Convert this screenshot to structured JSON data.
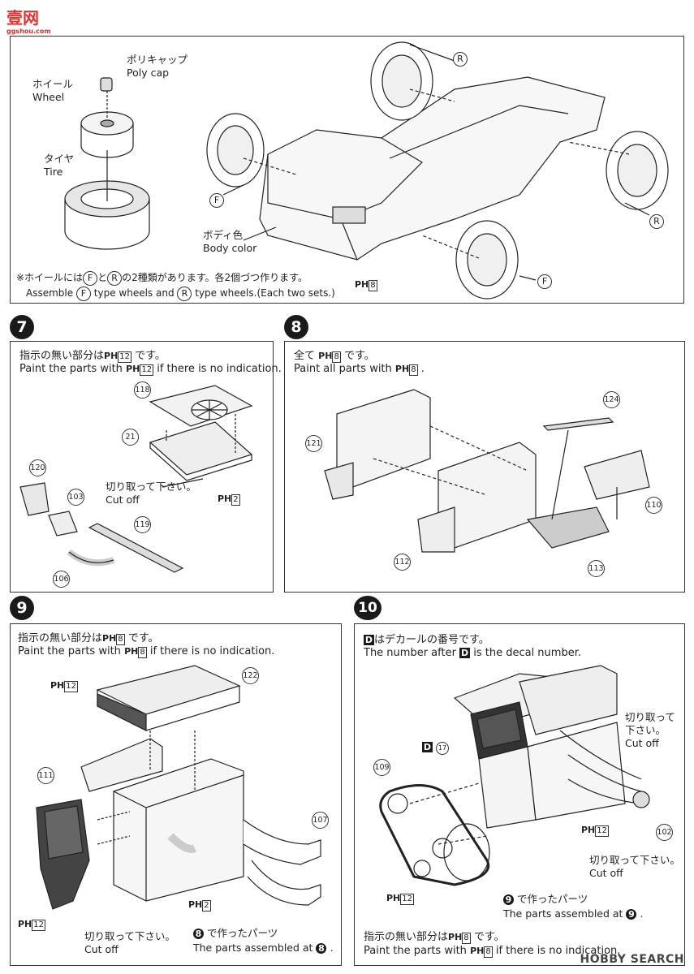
{
  "watermark_top": {
    "text": "壹网",
    "sub": "ggshou.com"
  },
  "watermark_bottom": "HOBBY SEARCH",
  "top": {
    "polycap_jp": "ポリキャップ",
    "polycap_en": "Poly cap",
    "wheel_jp": "ホイール",
    "wheel_en": "Wheel",
    "tire_jp": "タイヤ",
    "tire_en": "Tire",
    "body_jp": "ボディ色",
    "body_en": "Body color",
    "label_F": "F",
    "label_R": "R",
    "ph_code": "8",
    "note_jp_1": "※ホイールには",
    "note_jp_2": "と",
    "note_jp_3": "の2種類があります。各2個づつ作ります。",
    "note_en_1": "Assemble",
    "note_en_2": "type wheels and",
    "note_en_3": "type wheels.(Each two sets.)"
  },
  "step7": {
    "number": "7",
    "jp_1": "指示の無い部分は",
    "jp_code": "12",
    "jp_2": "です。",
    "en_1": "Paint the parts with",
    "en_code": "12",
    "en_2": "if there is no indication.",
    "cut_jp": "切り取って下さい。",
    "cut_en": "Cut off",
    "ph_code": "2",
    "parts": [
      "118",
      "21",
      "120",
      "103",
      "119",
      "106"
    ]
  },
  "step8": {
    "number": "8",
    "jp_1": "全て",
    "jp_code": "8",
    "jp_2": "です。",
    "en_1": "Paint all parts with",
    "en_code": "8",
    "en_2": ".",
    "parts": [
      "124",
      "121",
      "110",
      "112",
      "113"
    ]
  },
  "step9": {
    "number": "9",
    "jp_1": "指示の無い部分は",
    "jp_code": "8",
    "jp_2": "です。",
    "en_1": "Paint the parts with",
    "en_code": "8",
    "en_2": "if there is no indication.",
    "ph_top": "12",
    "ph_mid": "2",
    "ph_bot": "12",
    "cut_jp": "切り取って下さい。",
    "cut_en": "Cut off",
    "made_jp": "で作ったパーツ",
    "made_en": "The parts assembled at",
    "ref": "8",
    "parts": [
      "122",
      "111",
      "107"
    ]
  },
  "step10": {
    "number": "10",
    "decal_jp": "はデカールの番号です。",
    "decal_en_1": "The number after",
    "decal_en_2": "is the decal number.",
    "decal_letter": "D",
    "decal_no": "17",
    "cut_jp_a1": "切り取って",
    "cut_jp_a2": "下さい。",
    "cut_en_a": "Cut off",
    "cut_jp_b": "切り取って下さい。",
    "cut_en_b": "Cut off",
    "ph_a": "12",
    "ph_b": "12",
    "made_jp": "で作ったパーツ",
    "made_en": "The parts assembled at",
    "ref": "9",
    "foot_jp_1": "指示の無い部分は",
    "foot_code": "8",
    "foot_jp_2": "です。",
    "foot_en_1": "Paint the parts with",
    "foot_en_code": "8",
    "foot_en_2": "if there is no indication.",
    "parts": [
      "109",
      "102"
    ]
  }
}
